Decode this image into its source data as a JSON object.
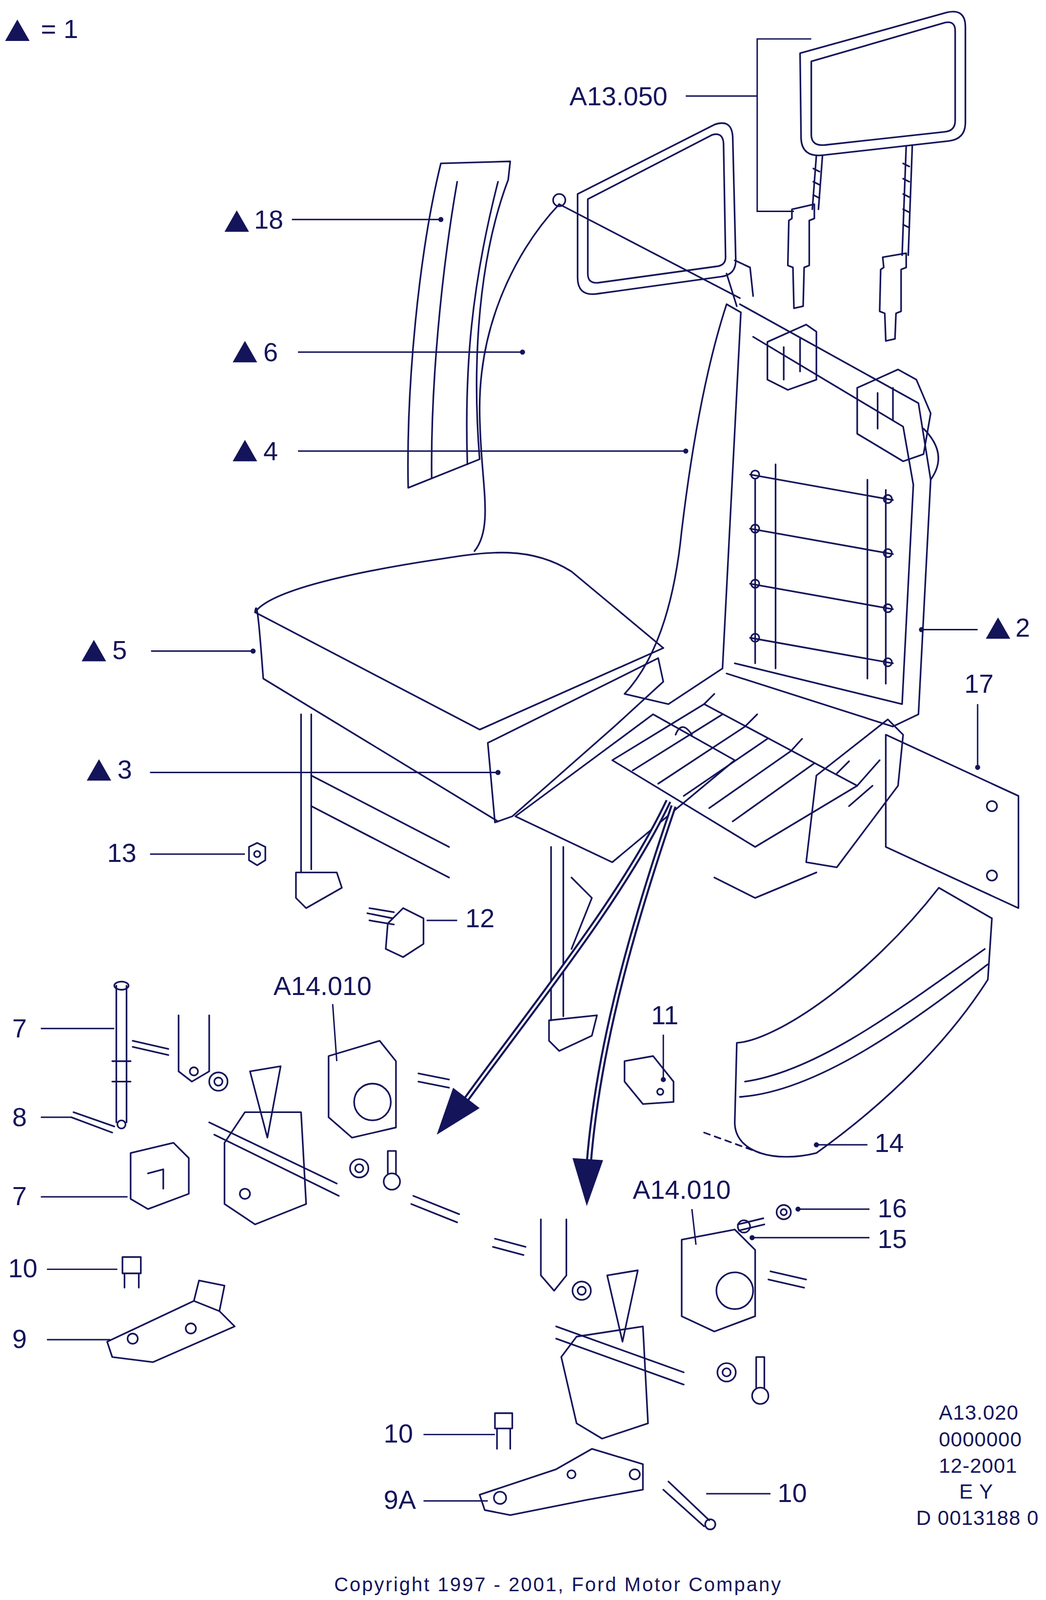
{
  "diagram": {
    "labels": [
      "= 1",
      "A13.050",
      "18",
      "6",
      "4",
      "2",
      "17",
      "5",
      "3",
      "13",
      "12",
      "7",
      "A14.010",
      "11",
      "8",
      "7",
      "14",
      "10",
      "A14.010",
      "16",
      "15",
      "9",
      "10",
      "9A",
      "10",
      "A13.020",
      "0000000",
      "12-2001",
      "E Y",
      "D 0013188 0",
      "Copyright 1997 - 2001, Ford Motor Company"
    ]
  }
}
